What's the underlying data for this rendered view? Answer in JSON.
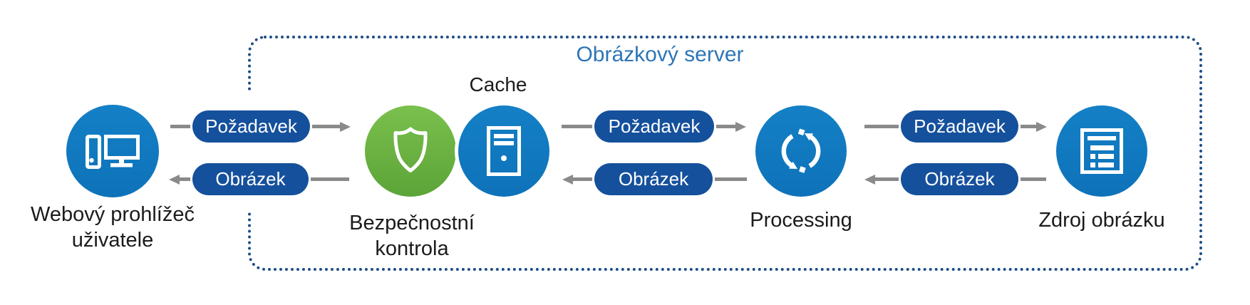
{
  "diagram": {
    "server_box_title": "Obrázkový server",
    "nodes": {
      "browser": {
        "label_line1": "Webový prohlížeč",
        "label_line2": "uživatele",
        "icon": "computer-icon",
        "color": "#1178be"
      },
      "security": {
        "label_line1": "Bezpečnostní",
        "label_line2": "kontrola",
        "icon": "shield-icon",
        "color_top": "#7ac04d",
        "color_bottom": "#5ca438"
      },
      "cache": {
        "label": "Cache",
        "icon": "server-icon",
        "color": "#1178be"
      },
      "processing": {
        "label": "Processing",
        "icon": "sync-icon",
        "color": "#1178be"
      },
      "source": {
        "label": "Zdroj obrázku",
        "icon": "image-source-icon",
        "color": "#1178be"
      }
    },
    "flows": [
      {
        "from": "browser",
        "to": "security",
        "request": "Požadavek",
        "response": "Obrázek"
      },
      {
        "from": "cache",
        "to": "processing",
        "request": "Požadavek",
        "response": "Obrázek"
      },
      {
        "from": "processing",
        "to": "source",
        "request": "Požadavek",
        "response": "Obrázek"
      }
    ],
    "colors": {
      "pill_navy": "#15509c",
      "border_blue": "#1d4e87",
      "title_blue": "#2d75b6",
      "arrow_gray": "#8a8a8a",
      "label_text": "#1b1b1b",
      "background": "#ffffff"
    }
  }
}
